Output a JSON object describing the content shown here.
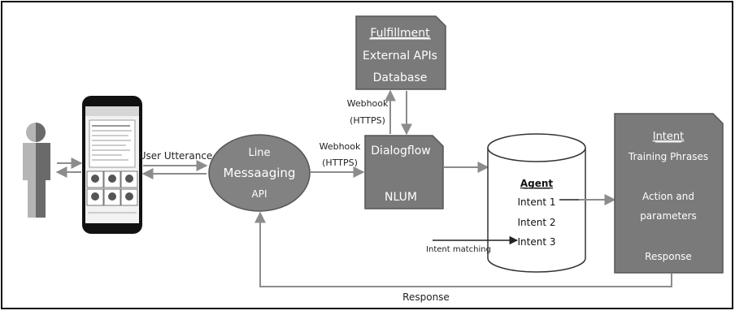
{
  "fulfillment": {
    "title": "Fulfillment",
    "line1": "External APIs",
    "line2": "Database"
  },
  "webhook_top": {
    "line1": "Webhook",
    "line2": "(HTTPS)"
  },
  "webhook_mid": {
    "line1": "Webhook",
    "line2": "(HTTPS)"
  },
  "line_api": {
    "line1": "Line",
    "line2": "Messaaging",
    "line3": "API"
  },
  "user_utterance": "User Utterance",
  "dialogflow": {
    "title": "Dialogflow",
    "subtitle": "NLUM"
  },
  "agent": {
    "title": "Agent",
    "intents": [
      "Intent 1",
      "Intent 2",
      "Intent 3"
    ]
  },
  "intent_matching": "Intent matching",
  "intent_doc": {
    "title": "Intent",
    "training": "Training Phrases",
    "action1": "Action and",
    "action2": "parameters",
    "response": "Response"
  },
  "response_label": "Response",
  "colors": {
    "box_fill": "#7a7a7a",
    "box_edge": "#555555",
    "ellipse_fill": "#828282",
    "arrow": "#8c8c8c",
    "person_light": "#b5b5b5",
    "person_dark": "#6a6a6a"
  }
}
